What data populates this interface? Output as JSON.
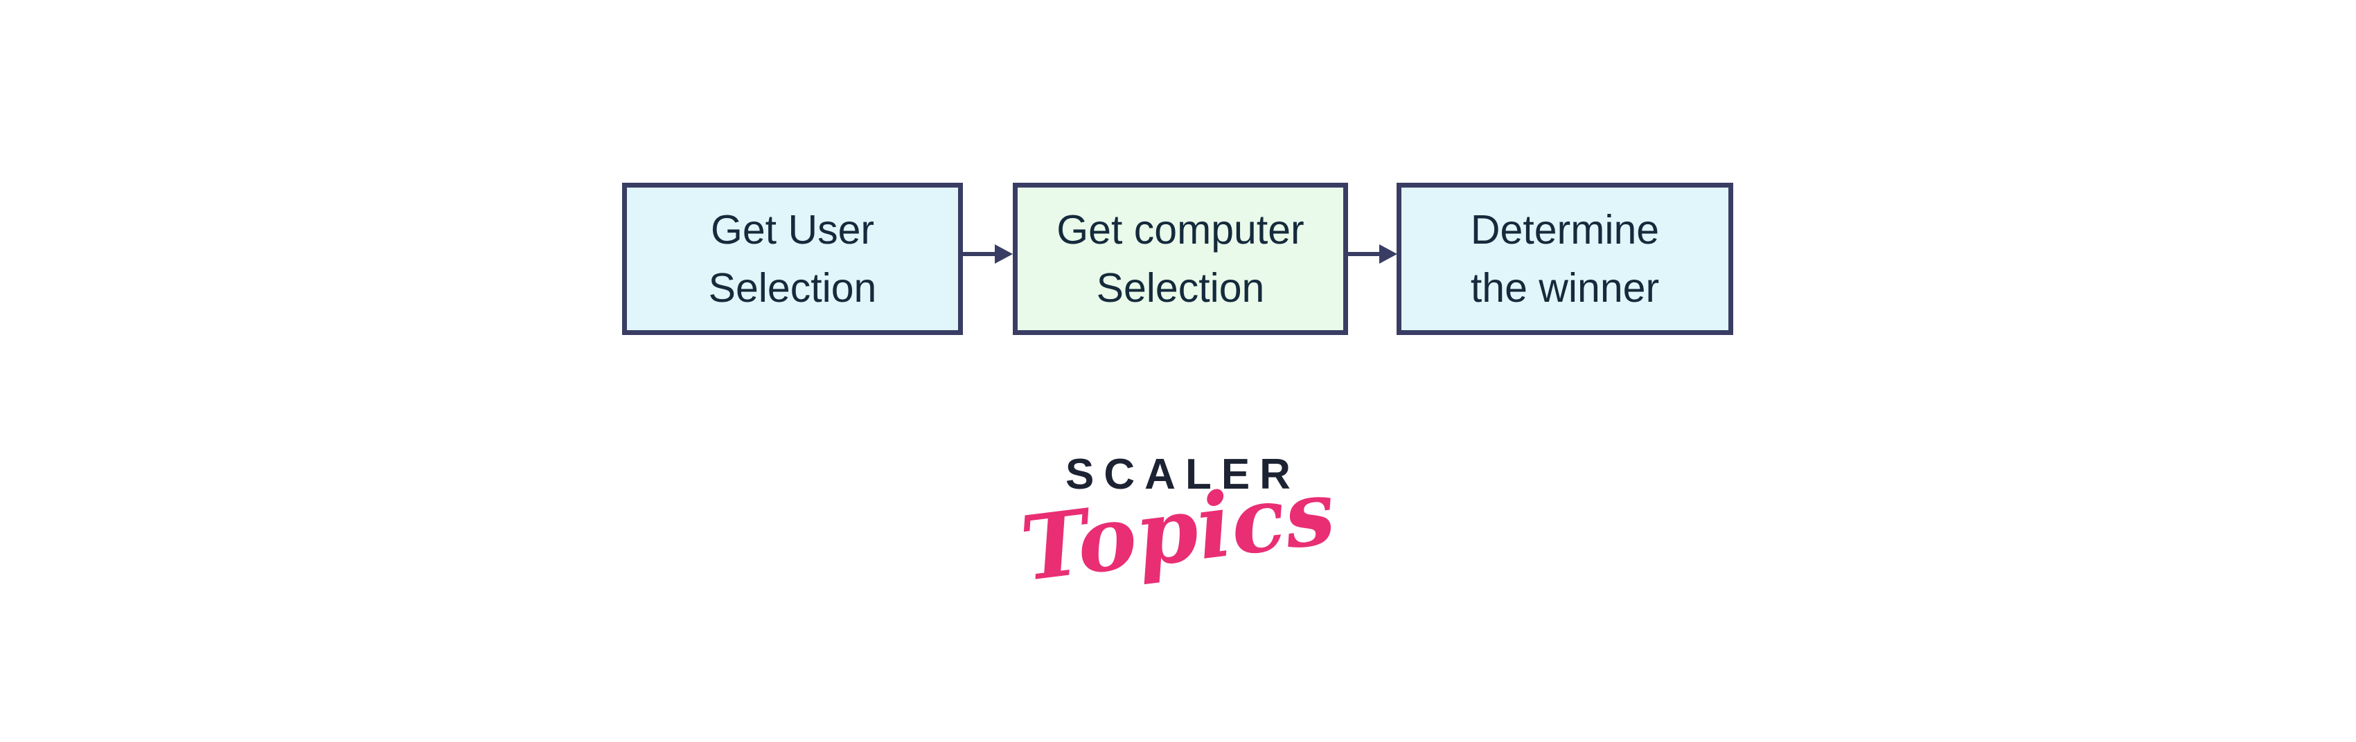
{
  "page": {
    "background": "#ffffff"
  },
  "flowchart": {
    "border_color": "#3a3d63",
    "text_color": "#152a3b",
    "arrow_color": "#3a3d63",
    "nodes": [
      {
        "id": "get-user-selection",
        "lines": [
          "Get User",
          "Selection"
        ],
        "fill": "#e0f6fa"
      },
      {
        "id": "get-computer-selection",
        "lines": [
          "Get computer",
          "Selection"
        ],
        "fill": "#e9faea"
      },
      {
        "id": "determine-the-winner",
        "lines": [
          "Determine",
          "the winner"
        ],
        "fill": "#e0f6fa"
      }
    ],
    "connectors": [
      {
        "from": "get-user-selection",
        "to": "get-computer-selection"
      },
      {
        "from": "get-computer-selection",
        "to": "determine-the-winner"
      }
    ]
  },
  "logo": {
    "brand": "SCALER",
    "tagline": "Topics",
    "brand_color": "#1d2333",
    "tagline_color": "#e92e74"
  }
}
